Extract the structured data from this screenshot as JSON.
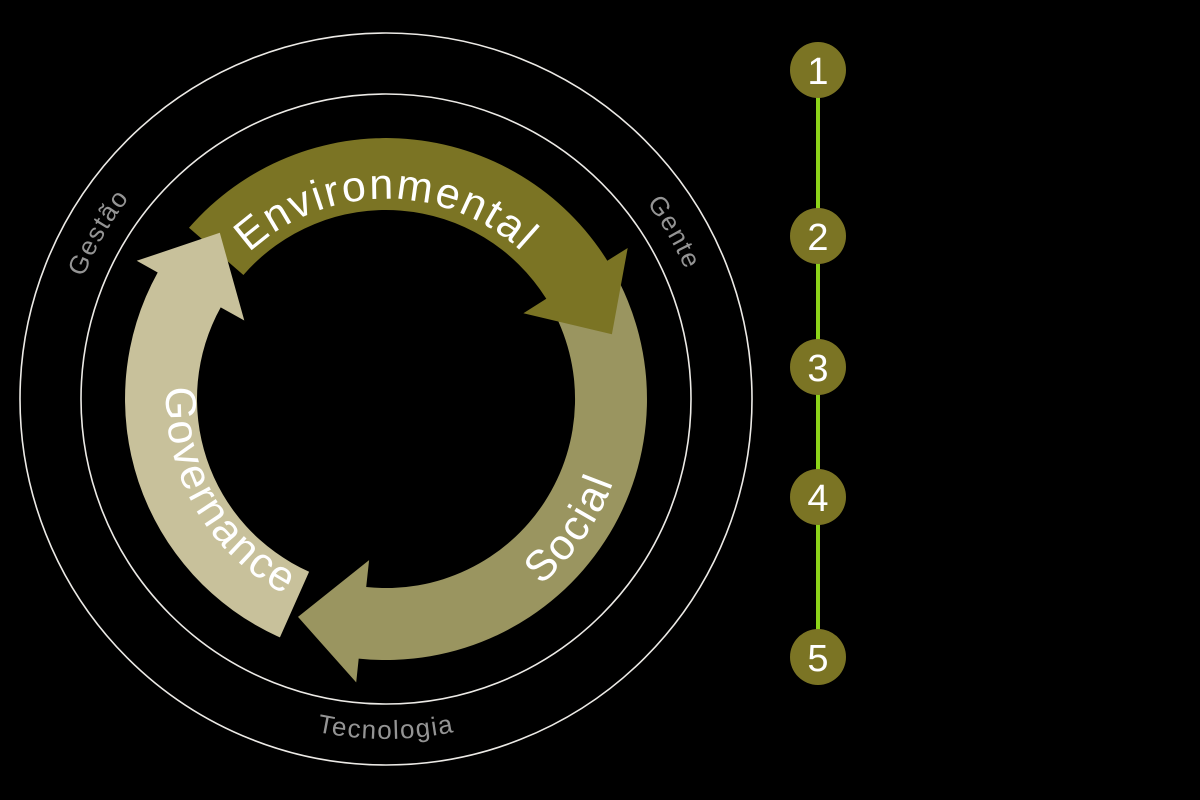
{
  "background": "#000000",
  "colors": {
    "white": "#ffffff",
    "ring_stroke": "#eceae6",
    "outer_label": "#949494"
  },
  "cycle": {
    "segments": [
      {
        "label": "Environmental",
        "color": "#7b7424"
      },
      {
        "label": "Social",
        "color": "#9a9560"
      },
      {
        "label": "Governance",
        "color": "#c8c19b"
      }
    ]
  },
  "outer_ring": {
    "labels": [
      {
        "text": "Gestão"
      },
      {
        "text": "Gente"
      },
      {
        "text": "Tecnologia"
      }
    ]
  },
  "timeline": {
    "line_color": "#8dd41a",
    "step_color": "#7b7424",
    "steps": [
      {
        "num": "1"
      },
      {
        "num": "2"
      },
      {
        "num": "3"
      },
      {
        "num": "4"
      },
      {
        "num": "5"
      }
    ]
  }
}
